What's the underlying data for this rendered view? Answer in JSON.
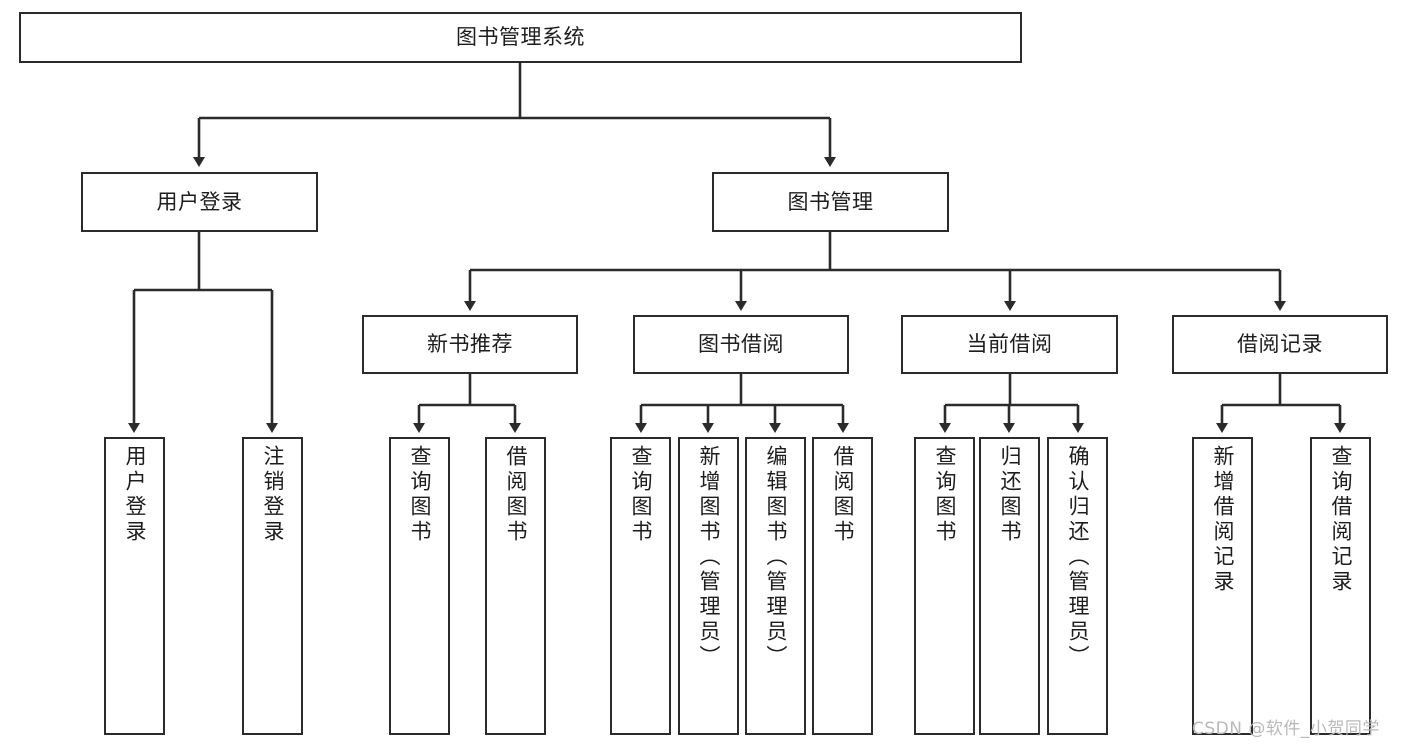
{
  "diagram": {
    "type": "tree-hierarchy",
    "title": "图书管理系统",
    "root": {
      "id": "root",
      "label": "图书管理系统"
    },
    "level1": [
      {
        "id": "user-login",
        "label": "用户登录"
      },
      {
        "id": "book-manage",
        "label": "图书管理"
      }
    ],
    "level2": [
      {
        "id": "new-book-rec",
        "label": "新书推荐",
        "parent": "book-manage"
      },
      {
        "id": "book-borrow",
        "label": "图书借阅",
        "parent": "book-manage"
      },
      {
        "id": "current-borrow",
        "label": "当前借阅",
        "parent": "book-manage"
      },
      {
        "id": "borrow-record",
        "label": "借阅记录",
        "parent": "book-manage"
      }
    ],
    "leaves": [
      {
        "id": "leaf-user-login",
        "label": "用户登录",
        "parent": "user-login"
      },
      {
        "id": "leaf-logout",
        "label": "注销登录",
        "parent": "user-login"
      },
      {
        "id": "leaf-query-book-1",
        "label": "查询图书",
        "parent": "new-book-rec"
      },
      {
        "id": "leaf-borrow-book-1",
        "label": "借阅图书",
        "parent": "new-book-rec"
      },
      {
        "id": "leaf-query-book-2",
        "label": "查询图书",
        "parent": "book-borrow"
      },
      {
        "id": "leaf-add-book",
        "label": "新增图书（管理员）",
        "parent": "book-borrow"
      },
      {
        "id": "leaf-edit-book",
        "label": "编辑图书（管理员）",
        "parent": "book-borrow"
      },
      {
        "id": "leaf-borrow-book-2",
        "label": "借阅图书",
        "parent": "book-borrow"
      },
      {
        "id": "leaf-query-book-3",
        "label": "查询图书",
        "parent": "current-borrow"
      },
      {
        "id": "leaf-return-book",
        "label": "归还图书",
        "parent": "current-borrow"
      },
      {
        "id": "leaf-confirm-return",
        "label": "确认归还（管理员）",
        "parent": "current-borrow"
      },
      {
        "id": "leaf-add-record",
        "label": "新增借阅记录",
        "parent": "borrow-record"
      },
      {
        "id": "leaf-query-record",
        "label": "查询借阅记录",
        "parent": "borrow-record"
      }
    ],
    "colors": {
      "stroke": "#2b2b2b",
      "fill": "#ffffff",
      "text": "#1d1d1d",
      "watermark": "#b9b9b9"
    }
  },
  "watermark": {
    "text": "CSDN @软件_小贺同学"
  }
}
